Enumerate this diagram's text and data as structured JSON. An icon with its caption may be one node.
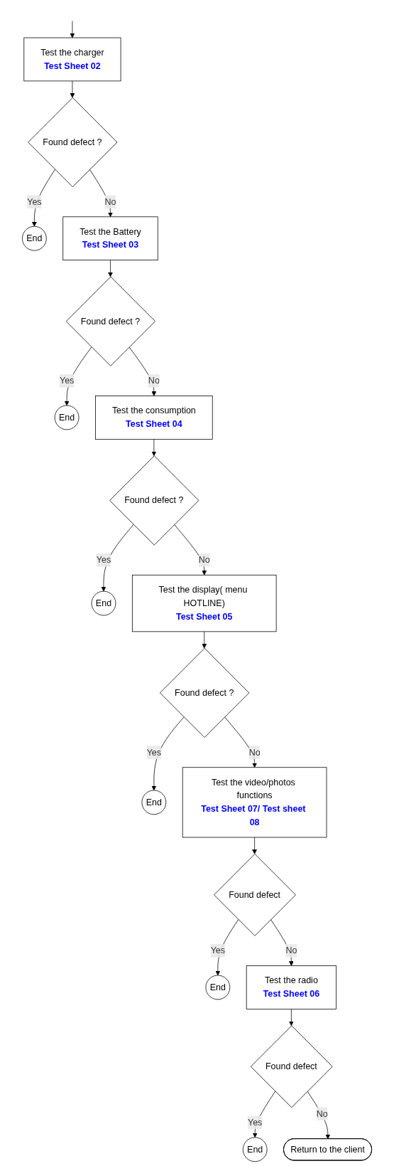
{
  "diagram": {
    "nodes": [
      {
        "text": [
          "Test the charger",
          "Test Sheet 02"
        ]
      },
      {
        "text": [
          "Found defect ?"
        ]
      },
      {
        "text": [
          "End"
        ]
      },
      {
        "text": [
          "Test the Battery",
          "Test Sheet 03"
        ]
      },
      {
        "text": [
          "Found defect ?"
        ]
      },
      {
        "text": [
          "End"
        ]
      },
      {
        "text": [
          "Test the consumption",
          "Test Sheet 04"
        ]
      },
      {
        "text": [
          "Found defect ?"
        ]
      },
      {
        "text": [
          "End"
        ]
      },
      {
        "text": [
          "Test the display( menu HOTLINE)",
          "Test Sheet 05"
        ]
      },
      {
        "text": [
          "Found defect ?"
        ]
      },
      {
        "text": [
          "End"
        ]
      },
      {
        "text": [
          "Test the video/photos functions",
          "Test Sheet 07/ Test sheet 08"
        ]
      },
      {
        "text": [
          "Found defect"
        ]
      },
      {
        "text": [
          "End"
        ]
      },
      {
        "text": [
          "Test the radio",
          "Test Sheet 06"
        ]
      },
      {
        "text": [
          "Found defect"
        ]
      },
      {
        "text": [
          "End"
        ]
      },
      {
        "text": [
          "Return to the client"
        ]
      }
    ],
    "edges": [
      {
        "from": null,
        "to": 0,
        "arrow": "to"
      },
      {
        "from": 0,
        "to": 1,
        "arrow": "to"
      },
      {
        "from": 1,
        "to": 2,
        "label": "Yes",
        "arrow": "to"
      },
      {
        "from": 1,
        "to": 3,
        "label": "No",
        "arrow": "to"
      },
      {
        "from": 3,
        "to": 4,
        "arrow": "to"
      },
      {
        "from": 4,
        "to": 5,
        "label": "Yes",
        "arrow": "to"
      },
      {
        "from": 4,
        "to": 6,
        "label": "No",
        "arrow": "to"
      },
      {
        "from": 6,
        "to": 7,
        "arrow": "to"
      },
      {
        "from": 7,
        "to": 8,
        "label": "Yes",
        "arrow": "to"
      },
      {
        "from": 7,
        "to": 9,
        "label": "No",
        "arrow": "to"
      },
      {
        "from": 9,
        "to": 10,
        "arrow": "to"
      },
      {
        "from": 10,
        "to": 11,
        "label": "Yes",
        "arrow": "to"
      },
      {
        "from": 10,
        "to": 12,
        "label": "No",
        "arrow": "to"
      },
      {
        "from": 12,
        "to": 13,
        "arrow": "to"
      },
      {
        "from": 13,
        "to": 14,
        "label": "Yes",
        "arrow": "to"
      },
      {
        "from": 13,
        "to": 15,
        "label": "No",
        "arrow": "to"
      },
      {
        "from": 15,
        "to": 16,
        "arrow": "to"
      },
      {
        "from": 16,
        "to": 17,
        "label": "Yes",
        "arrow": "to"
      },
      {
        "from": 16,
        "to": 18,
        "label": "No",
        "arrow": "to"
      }
    ]
  }
}
